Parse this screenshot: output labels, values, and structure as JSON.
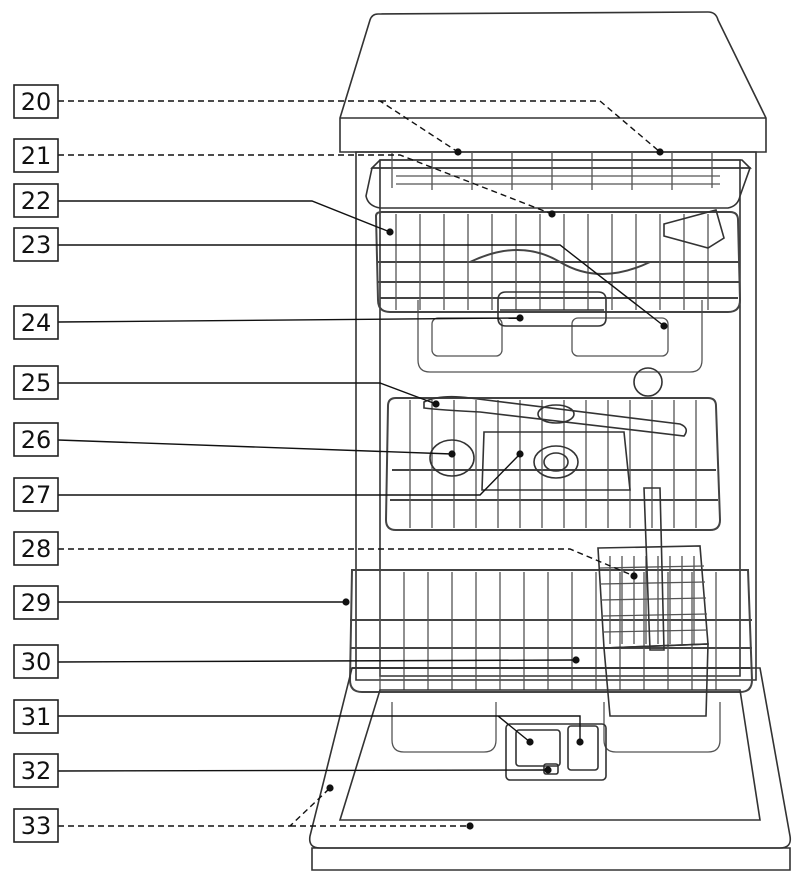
{
  "callouts": [
    {
      "label": "20",
      "dashed": true
    },
    {
      "label": "21",
      "dashed": true
    },
    {
      "label": "22",
      "dashed": false
    },
    {
      "label": "23",
      "dashed": false
    },
    {
      "label": "24",
      "dashed": false
    },
    {
      "label": "25",
      "dashed": false
    },
    {
      "label": "26",
      "dashed": false
    },
    {
      "label": "27",
      "dashed": false
    },
    {
      "label": "28",
      "dashed": true
    },
    {
      "label": "29",
      "dashed": false
    },
    {
      "label": "30",
      "dashed": false
    },
    {
      "label": "31",
      "dashed": false
    },
    {
      "label": "32",
      "dashed": false
    },
    {
      "label": "33",
      "dashed": true
    }
  ],
  "colors": {
    "body_fill": "#d4d4d4",
    "cavity_fill": "#bfbfbf",
    "door_fill": "#c7c7c7",
    "rack_fill": "#e6e6e6",
    "line": "#333333"
  }
}
